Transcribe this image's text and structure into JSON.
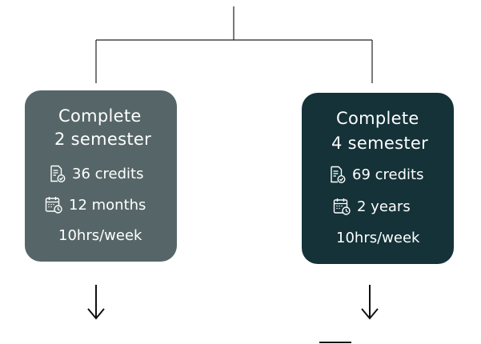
{
  "colors": {
    "card_left_bg": "#566668",
    "card_right_bg": "#143238",
    "connector": "#222222",
    "text": "#ffffff"
  },
  "cards": [
    {
      "title_line1": "Complete",
      "title_line2": "2 semester",
      "credits": "36 credits",
      "duration": "12 months",
      "hours": "10hrs/week"
    },
    {
      "title_line1": "Complete",
      "title_line2": "4 semester",
      "credits": "69 credits",
      "duration": "2 years",
      "hours": "10hrs/week"
    }
  ],
  "icons": {
    "credits": "document-check-icon",
    "duration": "calendar-clock-icon",
    "down_arrow": "arrow-down-icon"
  }
}
